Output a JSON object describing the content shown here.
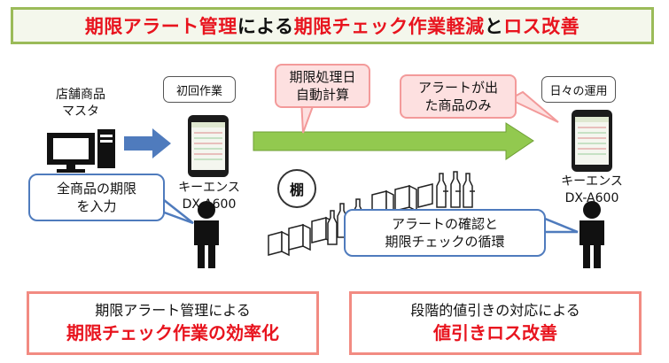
{
  "title": {
    "part1": "期限アラート管理",
    "part2": "による",
    "part3": "期限チェック作業軽減",
    "part4": "と",
    "part5": "ロス改善"
  },
  "store_master": {
    "line1": "店舗商品",
    "line2": "マスタ"
  },
  "first_work_label": "初回作業",
  "daily_operation_label": "日々の運用",
  "callout_expiry_calc": {
    "line1": "期限処理日",
    "line2": "自動計算"
  },
  "callout_alert_only": {
    "line1": "アラートが出",
    "line2": "た商品のみ"
  },
  "callout_input_all": {
    "line1": "全商品の期限",
    "line2": "を入力"
  },
  "callout_alert_cycle": {
    "line1": "アラートの確認と",
    "line2": "期限チェックの循環"
  },
  "device_left": {
    "line1": "キーエンス",
    "line2": "DX-A600"
  },
  "device_right": {
    "line1": "キーエンス",
    "line2": "DX-A600"
  },
  "shelf_label": "棚",
  "bottom_left": {
    "line1": "期限アラート管理による",
    "line2": "期限チェック作業の効率化"
  },
  "bottom_right": {
    "line1": "段階的値引きの対応による",
    "line2": "値引きロス改善"
  },
  "colors": {
    "accent_red": "#e8141e",
    "title_border": "#9bbb59",
    "arrow_green": "#92c94f",
    "arrow_blue": "#4f7bbd",
    "pink_fill": "#fde0e0",
    "pink_border": "#f39a9a"
  }
}
